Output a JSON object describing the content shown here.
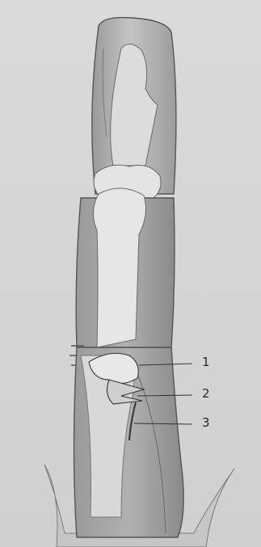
{
  "figure": {
    "labels": [
      {
        "text": "1"
      },
      {
        "text": "2"
      },
      {
        "text": "3"
      }
    ]
  },
  "colors": {
    "paper": "#d8d8d8",
    "shade_dark": "#8e8e8e",
    "shade_mid": "#b4b4b4",
    "bone_light": "#e6e6e6",
    "outline": "#5a5a5a"
  }
}
